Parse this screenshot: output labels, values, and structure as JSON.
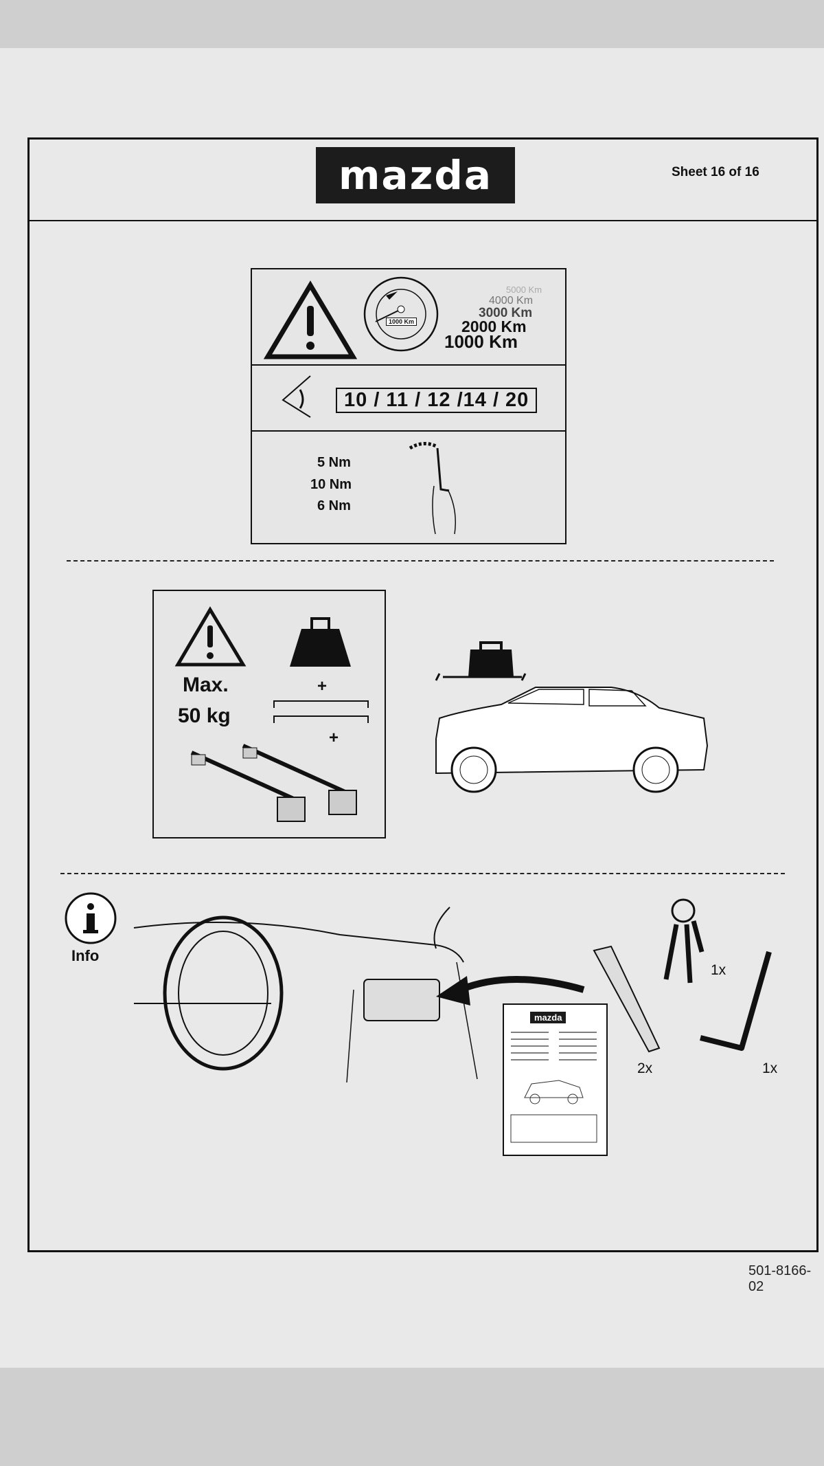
{
  "header": {
    "brand": "mazda",
    "sheet": "Sheet 16 of 16"
  },
  "panel1": {
    "odometer_label": "1000 Km",
    "distances": [
      "5000 Km",
      "4000 Km",
      "3000 Km",
      "2000 Km",
      "1000 Km"
    ],
    "torque_refs": "10 / 11 / 12 /14 / 20",
    "torques": [
      "5 Nm",
      "10 Nm",
      "6 Nm"
    ]
  },
  "panel2": {
    "max_label": "Max.",
    "max_value": "50 kg",
    "plus": "+"
  },
  "info": {
    "label": "Info",
    "booklet_brand": "mazda",
    "keys_qty": "1x",
    "strip_qty": "2x",
    "hexkey_qty": "1x"
  },
  "footer": {
    "code": "501-8166-02"
  }
}
